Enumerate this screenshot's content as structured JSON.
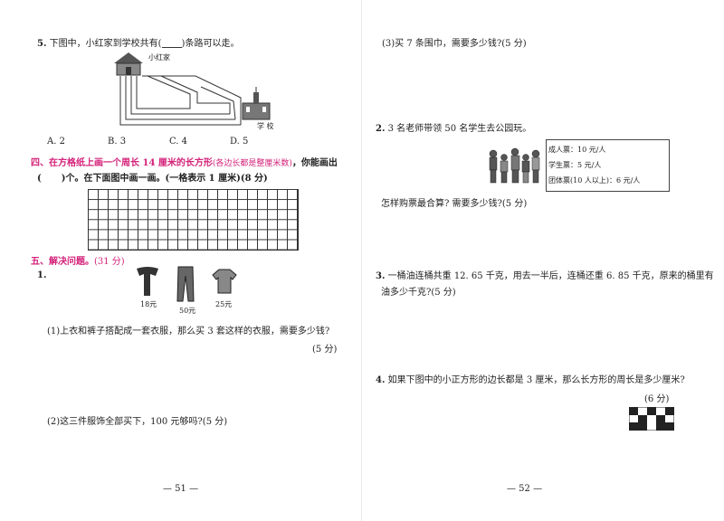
{
  "left": {
    "q5": {
      "number": "5.",
      "pre": "下图中，小红家到学校共有(",
      "post": ")条路可以走。",
      "home_label": "小红家",
      "school_label": "学 校",
      "options": [
        "A. 2",
        "B. 3",
        "C. 4",
        "D. 5"
      ]
    },
    "sec4": {
      "prefix": "四、在方格纸上画一个周长 14 厘米的长方形",
      "note": "(各边长都是整厘米数)",
      "tail": "，你能画出",
      "line2_open": "(",
      "line2": ")个。在下面图中画一画。(一格表示 1 厘米)(8 分)"
    },
    "sec5": {
      "title": "五、解决问题。",
      "score": "(31 分)"
    },
    "p1": {
      "number": "1.",
      "prices": [
        "18元",
        "50元",
        "25元"
      ],
      "sub1": "(1)上衣和裤子搭配成一套衣服，那么买 3 套这样的衣服，需要多少钱?",
      "sub1_score": "(5 分)",
      "sub2": "(2)这三件服饰全部买下，100 元够吗?(5 分)"
    },
    "page_no": "— 51 —"
  },
  "right": {
    "p1_3": "(3)买 7 条围巾，需要多少钱?(5 分)",
    "p2": {
      "number": "2.",
      "text": "3 名老师带领 50 名学生去公园玩。",
      "tickets": [
        "成人票：10 元/人",
        "学生票：5 元/人",
        "团体票(10 人以上)：6 元/人"
      ],
      "question": "怎样购票最合算? 需要多少钱?(5 分)"
    },
    "p3": {
      "number": "3.",
      "line1": "一桶油连桶共重 12. 65 千克，用去一半后，连桶还重 6. 85 千克，原来的桶里有",
      "line2": "油多少千克?(5 分)"
    },
    "p4": {
      "number": "4.",
      "text": "如果下图中的小正方形的边长都是 3 厘米，那么长方形的周长是多少厘米?",
      "score": "(6 分)"
    },
    "page_no": "— 52 —"
  }
}
